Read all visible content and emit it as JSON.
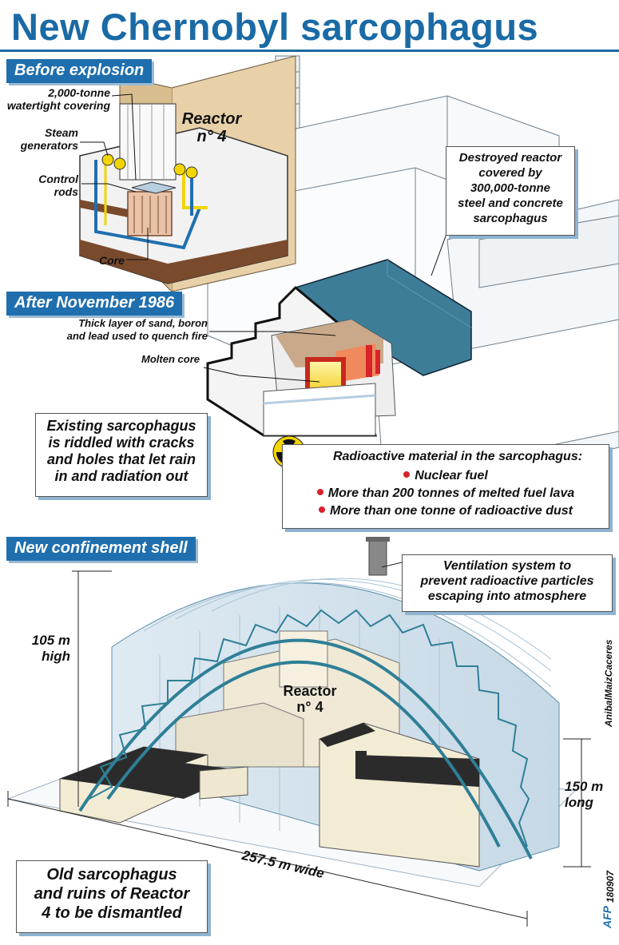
{
  "title": "New Chernobyl sarcophagus",
  "sections": {
    "before": "Before explosion",
    "after": "After November 1986",
    "new_shell": "New confinement shell"
  },
  "before_labels": {
    "covering": [
      "2,000-tonne",
      "watertight covering"
    ],
    "steam": [
      "Steam",
      "generators"
    ],
    "control": [
      "Control",
      "rods"
    ],
    "core": "Core",
    "reactor": [
      "Reactor",
      "n° 4"
    ]
  },
  "destroyed_box": [
    "Destroyed reactor",
    "covered by",
    "300,000-tonne",
    "steel and concrete",
    "sarcophagus"
  ],
  "after_labels": {
    "sand": [
      "Thick layer of sand, boron",
      "and lead used to quench fire"
    ],
    "molten": "Molten core"
  },
  "existing_box": [
    "Existing sarcophagus",
    "is riddled with cracks",
    "and holes that let rain",
    "in and radiation out"
  ],
  "radioactive": {
    "heading": "Radioactive material in the sarcophagus:",
    "items": [
      "Nuclear fuel",
      "More than 200 tonnes of melted fuel lava",
      "More than one tonne of radioactive dust"
    ]
  },
  "ventilation_box": [
    "Ventilation system to",
    "prevent radioactive particles",
    "escaping into atmosphere"
  ],
  "dimensions": {
    "height": [
      "105 m",
      "high"
    ],
    "length": [
      "150 m",
      "long"
    ],
    "width": "257.5 m wide"
  },
  "shell_reactor": [
    "Reactor",
    "n° 4"
  ],
  "old_box": [
    "Old sarcophagus",
    "and ruins of Reactor",
    "4 to be dismantled"
  ],
  "credit": "AnibalMaizCaceres",
  "code": "180907",
  "agency": "AFP",
  "colors": {
    "title_blue": "#1a6aa5",
    "tab_blue": "#1f6fae",
    "roof_blue": "#3d7d98",
    "hazard_yellow": "#f2d400",
    "bullet_red": "#d8232a"
  }
}
